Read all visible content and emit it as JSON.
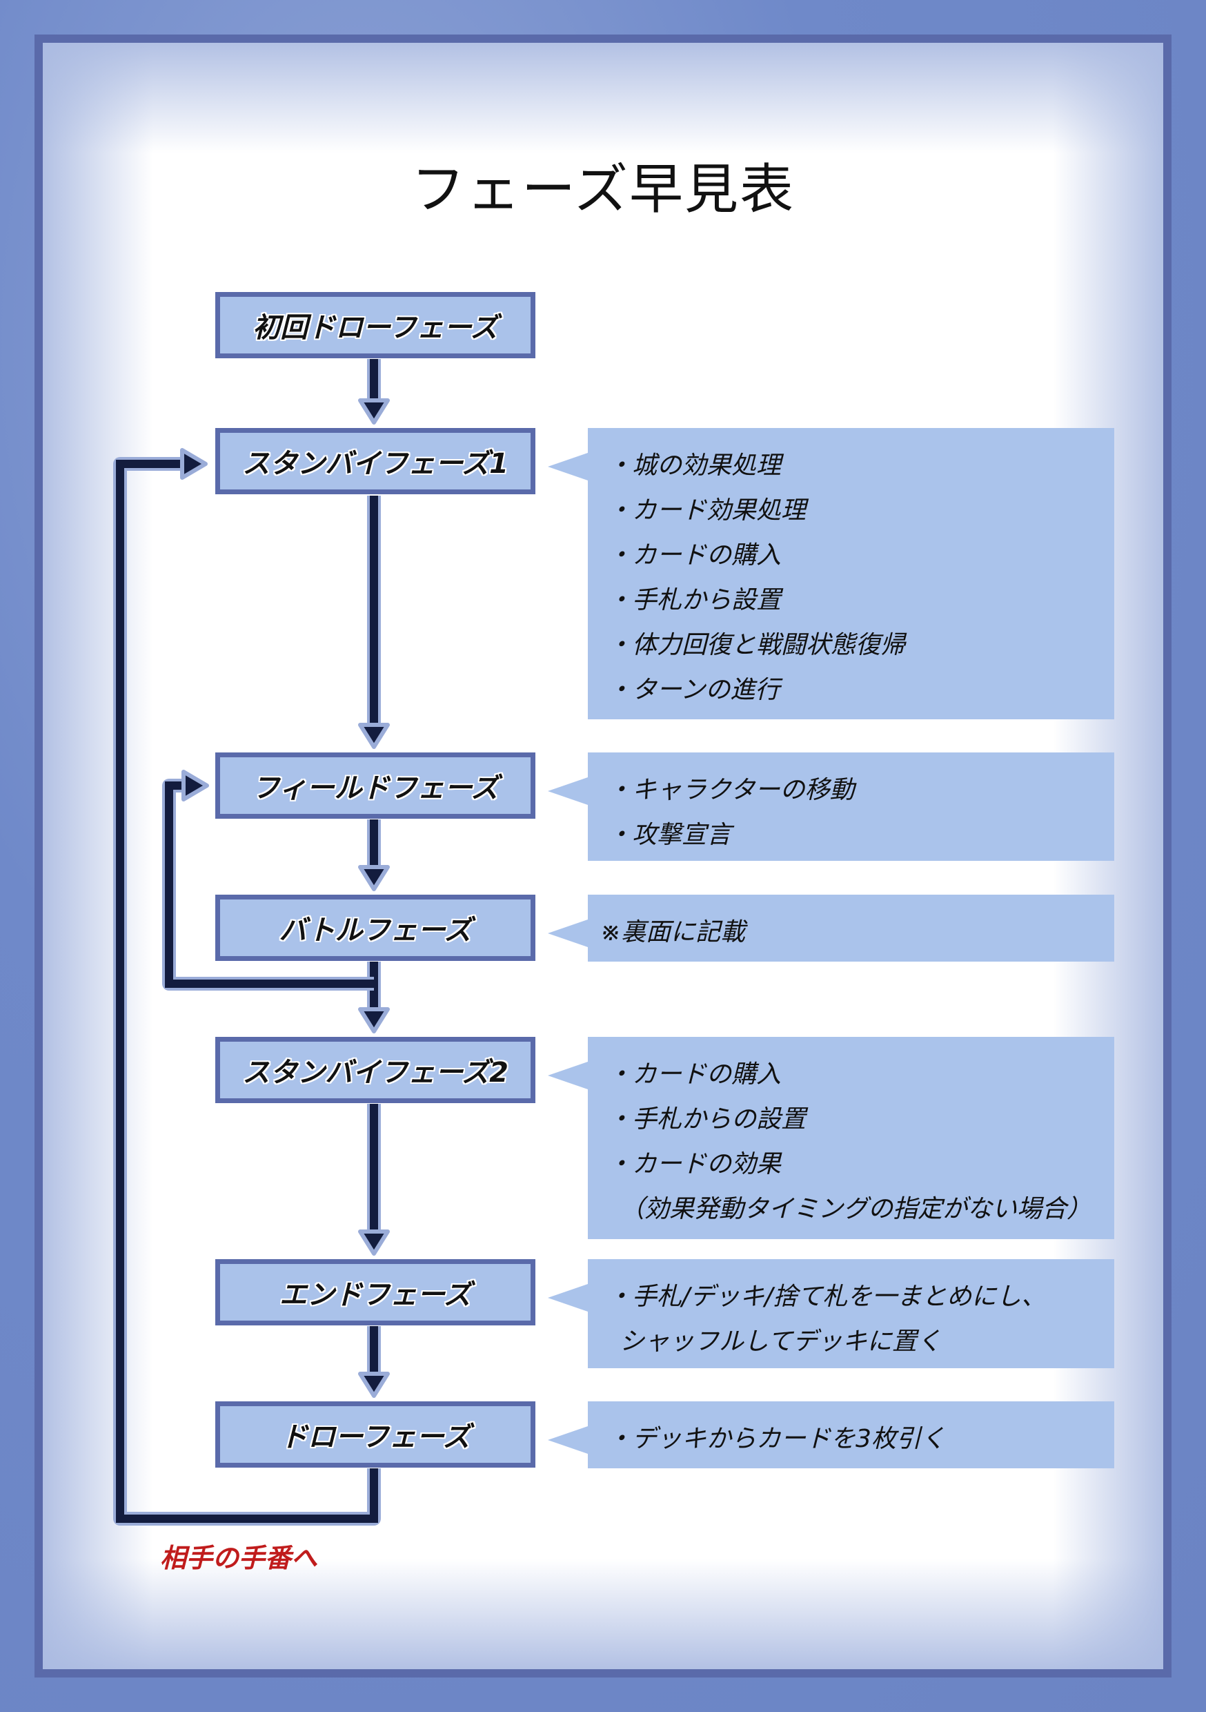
{
  "title": "フェーズ早見表",
  "colors": {
    "frame": "#5a6aaa",
    "box_fill": "#aac2ea",
    "panel_fill": "#aac3eb",
    "arrow": "#131c3e",
    "arrow_outline": "#9aacd8",
    "loop_label": "#c01c1c"
  },
  "phases": [
    {
      "id": "initial-draw",
      "label": "初回ドローフェーズ"
    },
    {
      "id": "standby-1",
      "label": "スタンバイフェーズ1"
    },
    {
      "id": "field",
      "label": "フィールドフェーズ"
    },
    {
      "id": "battle",
      "label": "バトルフェーズ"
    },
    {
      "id": "standby-2",
      "label": "スタンバイフェーズ2"
    },
    {
      "id": "end",
      "label": "エンドフェーズ"
    },
    {
      "id": "draw",
      "label": "ドローフェーズ"
    }
  ],
  "panels": {
    "standby-1": [
      "・城の効果処理",
      "・カード効果処理",
      "・カードの購入",
      "・手札から設置",
      "・体力回復と戦闘状態復帰",
      "・ターンの進行"
    ],
    "field": [
      "・キャラクターの移動",
      "・攻撃宣言"
    ],
    "battle": [
      "※裏面に記載"
    ],
    "standby-2": [
      "・カードの購入",
      "・手札からの設置",
      "・カードの効果",
      "（効果発動タイミングの指定がない場合）"
    ],
    "end": [
      "・手札/デッキ/捨て札を一まとめにし、",
      "シャッフルしてデッキに置く"
    ],
    "draw": [
      "・デッキからカードを3枚引く"
    ]
  },
  "loop_label": "相手の手番へ"
}
